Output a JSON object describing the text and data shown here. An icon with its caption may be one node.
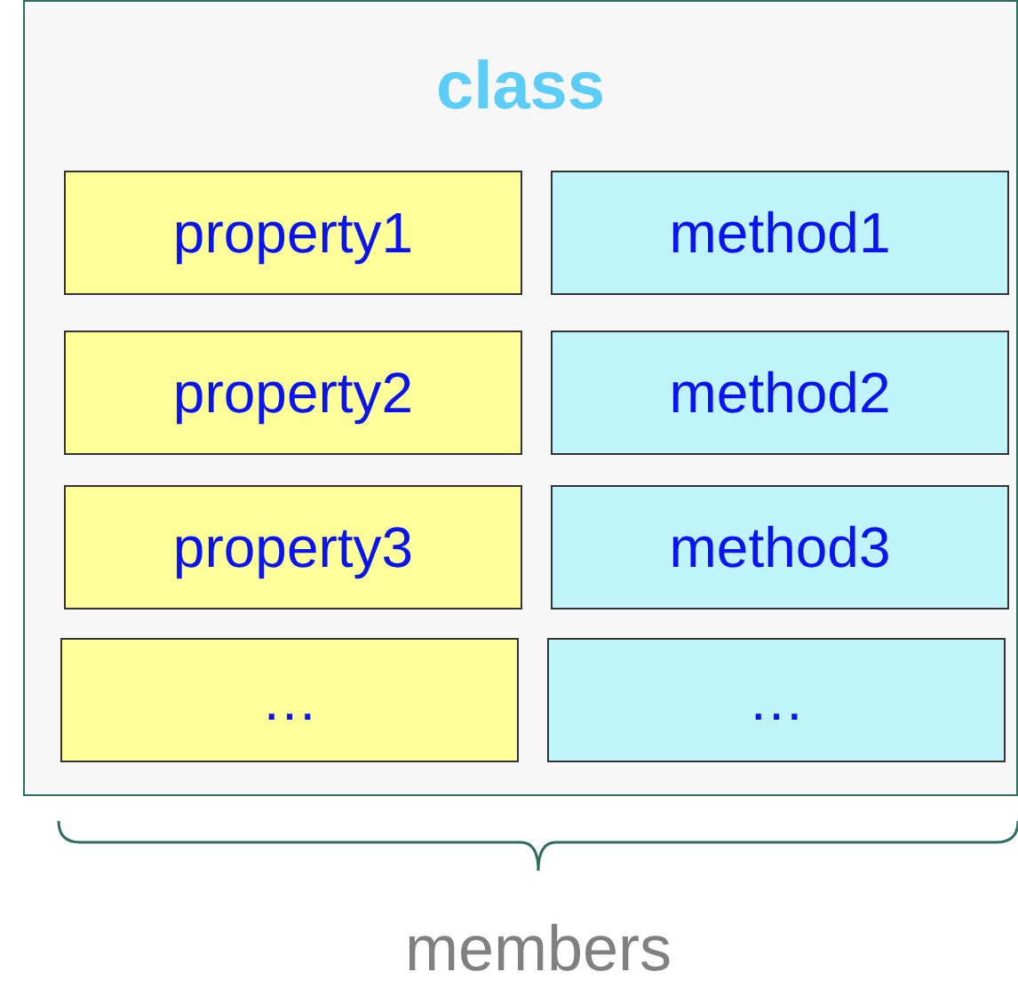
{
  "diagram": {
    "nodes": [
      {
        "text": [
          "class"
        ]
      },
      {
        "text": [
          "property1"
        ],
        "in": 0
      },
      {
        "text": [
          "method1"
        ],
        "in": 0
      },
      {
        "text": [
          "property2"
        ],
        "in": 0
      },
      {
        "text": [
          "method2"
        ],
        "in": 0
      },
      {
        "text": [
          "property3"
        ],
        "in": 0
      },
      {
        "text": [
          "method3"
        ],
        "in": 0
      },
      {
        "text": [
          "…"
        ],
        "in": 0
      },
      {
        "text": [
          "…"
        ],
        "in": 0
      }
    ],
    "labels": [
      "members"
    ]
  }
}
